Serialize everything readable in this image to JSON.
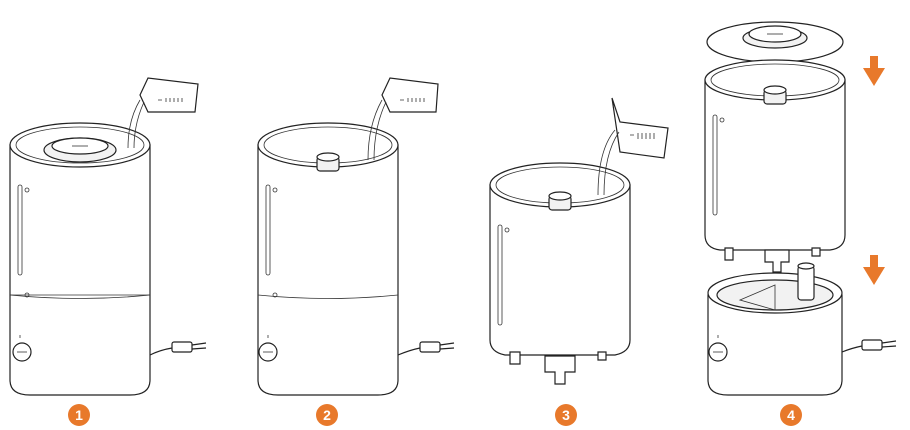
{
  "steps": [
    {
      "number": "1"
    },
    {
      "number": "2"
    },
    {
      "number": "3"
    },
    {
      "number": "4"
    }
  ],
  "colors": {
    "accent": "#e8792b",
    "line": "#222222",
    "background": "#ffffff"
  },
  "icons": [
    "pitcher-icon",
    "arrow-down-icon",
    "power-plug-icon",
    "knob-icon"
  ]
}
